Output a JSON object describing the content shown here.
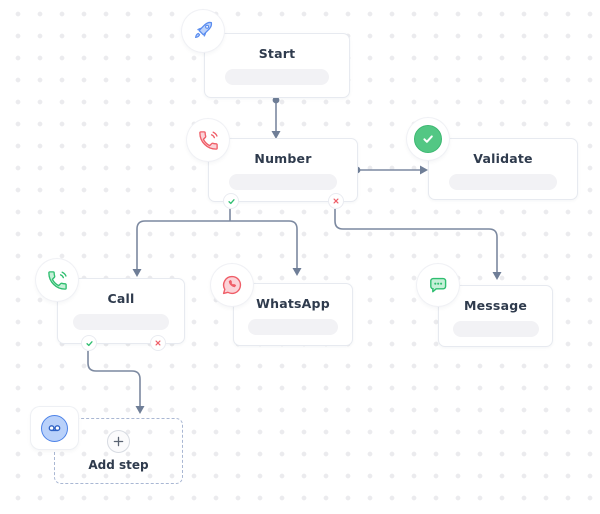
{
  "canvas": {
    "background": "#ffffff",
    "dot_color": "#ebebee"
  },
  "nodes": {
    "start": {
      "label": "Start",
      "icon": "rocket-icon"
    },
    "number": {
      "label": "Number",
      "icon": "phone-waves-icon",
      "outputs": [
        "success",
        "failure"
      ]
    },
    "validate": {
      "label": "Validate",
      "icon": "check-circle-icon"
    },
    "call": {
      "label": "Call",
      "icon": "phone-waves-icon",
      "outputs": [
        "success",
        "failure"
      ]
    },
    "whatsapp": {
      "label": "WhatsApp",
      "icon": "whatsapp-icon"
    },
    "message": {
      "label": "Message",
      "icon": "chat-dots-icon"
    },
    "add_step": {
      "label": "Add step",
      "icon": "plus-icon"
    },
    "voicemail_shortcut": {
      "icon": "voicemail-icon"
    }
  },
  "edges": [
    {
      "from": "start",
      "to": "number"
    },
    {
      "from": "number",
      "to": "validate"
    },
    {
      "from": "number.success",
      "to": "call"
    },
    {
      "from": "number.success",
      "to": "whatsapp"
    },
    {
      "from": "number.failure",
      "to": "message"
    },
    {
      "from": "call.success",
      "to": "add_step"
    }
  ],
  "colors": {
    "blue": "#5b8def",
    "blue_fill": "#bdd3fb",
    "red": "#ef5e68",
    "red_fill": "#fbd3d8",
    "green": "#2fbe70",
    "green_fill": "#c6f0d8",
    "connector": "#7c89a0",
    "success": "#2fbe70",
    "failure": "#ef5e68"
  }
}
